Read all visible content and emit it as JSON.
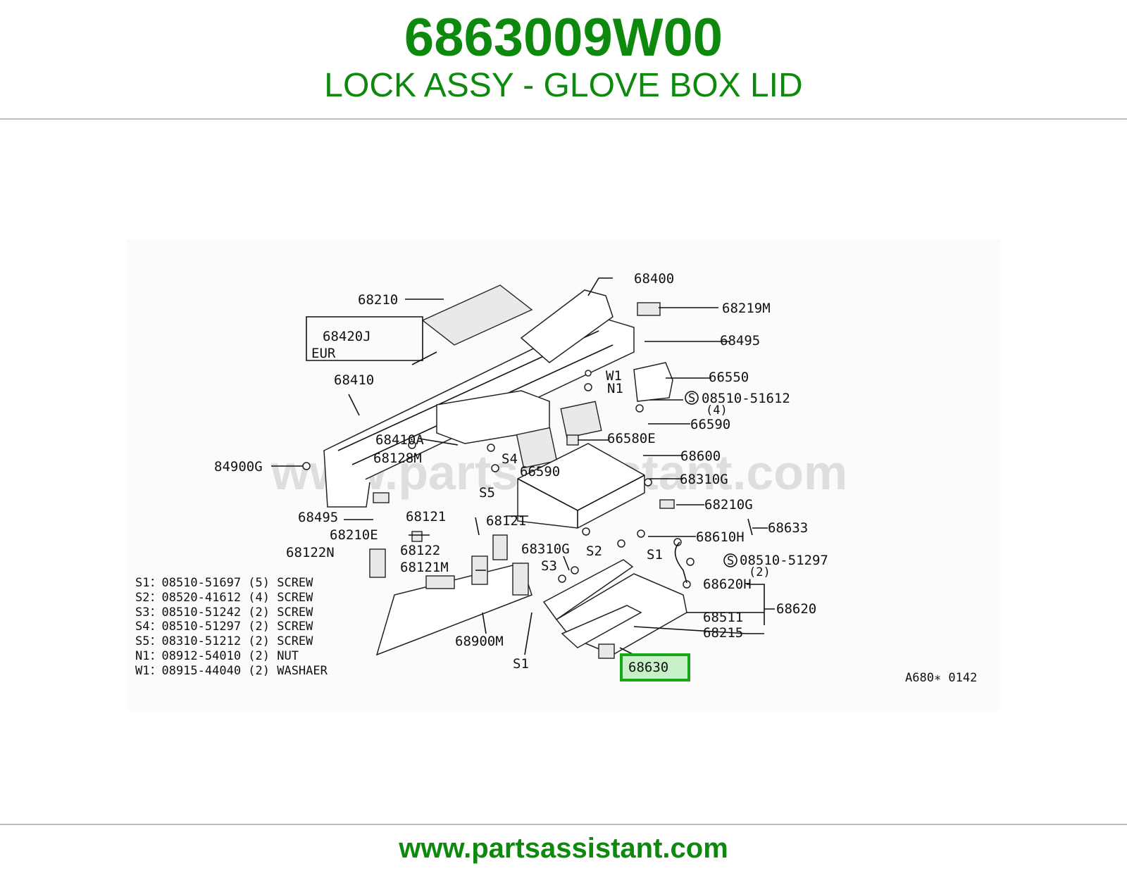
{
  "header": {
    "part_number": "6863009W00",
    "description": "LOCK ASSY - GLOVE BOX LID"
  },
  "footer": {
    "website": "www.partsassistant.com"
  },
  "diagram": {
    "watermark": "www.partsassistant.com",
    "code": "A680∗ 0142",
    "highlight_label": "68630",
    "highlight_color": "#16a816",
    "labels": {
      "l68210": "68210",
      "l68400": "68400",
      "l68219M": "68219M",
      "l68420J": "68420J",
      "lEUR": "EUR",
      "l68495a": "68495",
      "l68410": "68410",
      "l66550": "66550",
      "lW1": "W1",
      "lN1": "N1",
      "l08510_51612": "08510-51612",
      "l4": "(4)",
      "l66590a": "66590",
      "l68410A": "68410A",
      "l66580E": "66580E",
      "l68128M": "68128M",
      "l84900G": "84900G",
      "lS4": "S4",
      "l68600": "68600",
      "l66590b": "66590",
      "l68310Ga": "68310G",
      "lS5": "S5",
      "l68210G": "68210G",
      "l68495b": "68495",
      "l68121a": "68121",
      "l68121b": "68121",
      "l68633": "68633",
      "l68210E": "68210E",
      "l68610H": "68610H",
      "l68122N": "68122N",
      "l68122": "68122",
      "l68310Gb": "68310G",
      "lS2": "S2",
      "lS1a": "S1",
      "l08510_51297": "08510-51297",
      "l2": "(2)",
      "l68121M": "68121M",
      "lS3": "S3",
      "l68620H": "68620H",
      "l68620": "68620",
      "l68511": "68511",
      "l68215": "68215",
      "l68900M": "68900M",
      "lS1b": "S1"
    },
    "legend": [
      "S1：08510-51697 (5) SCREW",
      "S2：08520-41612 (4) SCREW",
      "S3：08510-51242 (2) SCREW",
      "S4：08510-51297 (2) SCREW",
      "S5：08310-51212 (2) SCREW",
      "N1：08912-54010 (2) NUT",
      "W1：08915-44040 (2) WASHAER"
    ]
  }
}
